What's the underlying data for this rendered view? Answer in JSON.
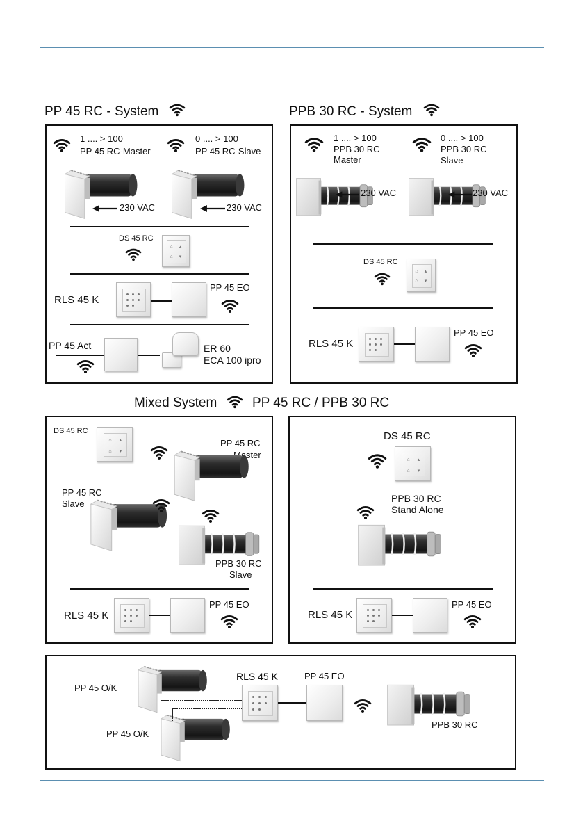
{
  "titles": {
    "pp45_system": "PP 45 RC - System",
    "ppb30_system": "PPB 30 RC - System",
    "mixed_system": "Mixed System",
    "mixed_system_suffix": "PP 45 RC / PPB 30 RC"
  },
  "box1": {
    "master_range": "1 .... > 100",
    "master_label": "PP 45 RC-Master",
    "slave_range": "0 .... > 100",
    "slave_label": "PP 45 RC-Slave",
    "power_left": "230 VAC",
    "power_right": "230 VAC",
    "ds_label": "DS 45 RC",
    "rls_label": "RLS 45 K",
    "eo_label": "PP 45 EO",
    "act_label": "PP 45 Act",
    "er_label": "ER 60",
    "eca_label": "ECA 100 ipro"
  },
  "box2": {
    "master_range": "1 .... > 100",
    "master_label_1": "PPB 30 RC",
    "master_label_2": "Master",
    "slave_range": "0 .... > 100",
    "slave_label_1": "PPB 30 RC",
    "slave_label_2": "Slave",
    "power_left": "230 VAC",
    "power_right": "230 VAC",
    "ds_label": "DS 45 RC",
    "rls_label": "RLS 45 K",
    "eo_label": "PP 45 EO"
  },
  "box3": {
    "ds_label": "DS 45 RC",
    "master_label_1": "PP 45 RC",
    "master_label_2": "Master",
    "slave_label_1": "PP 45 RC",
    "slave_label_2": "Slave",
    "ppb_label_1": "PPB 30 RC",
    "ppb_label_2": "Slave",
    "rls_label": "RLS 45 K",
    "eo_label": "PP 45 EO"
  },
  "box4": {
    "ds_label": "DS 45 RC",
    "ppb_label_1": "PPB 30 RC",
    "ppb_label_2": "Stand Alone",
    "rls_label": "RLS 45 K",
    "eo_label": "PP 45 EO"
  },
  "box5": {
    "ok_top": "PP 45 O/K",
    "ok_bottom": "PP 45 O/K",
    "rls_label": "RLS 45 K",
    "eo_label": "PP 45 EO",
    "ppb_label": "PPB 30 RC"
  },
  "icons": {
    "wifi": "wifi-icon",
    "fan_unit": "pp45-fan-unit-icon",
    "ppb_unit": "ppb30-fan-unit-icon",
    "arrow": "arrow-left-icon"
  },
  "colors": {
    "rule": "#5b8fb1",
    "border": "#111111",
    "pipe": "#2a2a2a"
  }
}
